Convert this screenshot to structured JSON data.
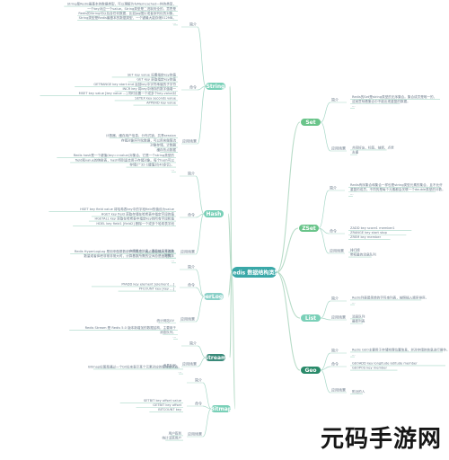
{
  "central": {
    "label": "Redis 数据结构类型"
  },
  "branches": {
    "string": {
      "label": "String",
      "intro": [
        "String是Redis最基本的数据类型，可以理解为与Memcached一样的类型，",
        "一个key对应一个value。String类型是二进制安全的，意思是",
        "Redis的String可以包含任何数据，比如jpg图片或者序列化的对象。",
        "String类型是Redis最基本的数据类型，一个键最大能存储512MB。",
        "…"
      ],
      "commands": [
        "SET key value  设置指定key的值",
        "GET key  获取指定key的值",
        "GETRANGE key start end  返回key中字符串值的子字符",
        "INCR key  将key中储存的数字值增一",
        "MSET key value [key value ...]  同时设置一个或多个key-value对",
        "SETEX key seconds value",
        "APPEND key value"
      ],
      "usage": [
        "计数器、缓存用户信息、分布式锁、共享session",
        "存储对象序列化数据，可以用来做限流",
        "对象存储、计数器",
        "缓存热点数据"
      ],
      "usage_label": "应用场景",
      "cmd_label": "命令",
      "intro_label": "简介"
    },
    "hash": {
      "label": "Hash",
      "intro": [
        "Redis hash是一个键值(key=>value)对集合，它是一个string类型的",
        "field和value的映射表，hash特别适合用于存储对象。每个hash可以",
        "存储2^32-1键值对(40多亿)。",
        "…"
      ],
      "commands": [
        "HSET key field value  将哈希表key中的字段field的值设为value",
        "HGET key field  获取存储在哈希表中指定字段的值",
        "HGETALL key  获取在哈希表中指定key的所有字段和值",
        "HDEL key field1 [field2]  删除一个或多个哈希表字段"
      ],
      "usage": [
        "存储用户信息、商品信息等对象",
        "购物车"
      ],
      "usage_label": "应用场景",
      "cmd_label": "命令",
      "intro_label": "简介"
    },
    "set": {
      "label": "Set",
      "intro": [
        "Redis的Set是string类型的无序集合。集合成员是唯一的，",
        "这就意味着集合中不能出现重复的数据。",
        "…"
      ],
      "commands": [
        "SADD key member1 [member2]",
        "SMEMBERS key",
        "SREM key member1 [member2]"
      ],
      "usage": [
        "共同好友、标签、抽奖、点赞",
        "去重"
      ],
      "usage_label": "应用场景",
      "cmd_label": "命令",
      "intro_label": "简介"
    },
    "zset": {
      "label": "ZSet",
      "intro": [
        "Redis有序集合和集合一样也是string类型元素的集合，且不允许",
        "重复的成员。不同的是每个元素都会关联一个double类型的分数。",
        "…"
      ],
      "commands": [
        "ZADD key score1 member1",
        "ZRANGE key start stop",
        "ZREM key member"
      ],
      "usage": [
        "排行榜",
        "带权重的消息队列"
      ],
      "usage_label": "应用场景",
      "cmd_label": "命令",
      "intro_label": "简介"
    },
    "list": {
      "label": "List",
      "intro": [
        "Redis列表是简单的字符串列表，按照插入顺序排序。",
        "…"
      ],
      "commands": [
        "LPUSH key value1 [value2]",
        "RPUSH key value1 [value2]",
        "LPOP key",
        "LRANGE key start stop"
      ],
      "usage": [
        "消息队列",
        "最新列表"
      ],
      "usage_label": "应用场景",
      "cmd_label": "命令",
      "intro_label": "简介"
    },
    "geo": {
      "label": "Geo",
      "intro": [
        "Redis GEO主要用于存储地理位置信息，并对存储的信息进行操作。",
        "…"
      ],
      "commands": [
        "GEOADD key longitude latitude member",
        "GEOPOS key member"
      ],
      "usage": [
        "附近的人"
      ],
      "usage_label": "应用场景",
      "cmd_label": "命令",
      "intro_label": "简介"
    },
    "hyperloglog": {
      "label": "HyperLogLog",
      "intro": [
        "Redis HyperLogLog 是用来做基数统计的算法，优点是在输入元素的",
        "数量或者体积非常非常大时，计算基数所需的空间总是固定的。",
        "…"
      ],
      "commands": [
        "PFADD key element [element ...]",
        "PFCOUNT key [key ...]"
      ],
      "usage": [
        "统计网站UV"
      ],
      "usage_label": "应用场景",
      "cmd_label": "命令",
      "intro_label": "简介"
    },
    "stream": {
      "label": "Stream",
      "intro": [
        "Redis Stream 是 Redis 5.0 版本新增加的数据结构，主要用于",
        "消息队列。",
        "…"
      ],
      "commands": [
        "XADD key ID field value",
        "XREAD COUNT count STREAMS key ID"
      ],
      "usage": [
        "消息队列"
      ],
      "usage_label": "应用场景",
      "cmd_label": "命令",
      "intro_label": "简介"
    },
    "bitmap": {
      "label": "Bitmap",
      "intro": [
        "Bitmap位图是通过一个bit位来表示某个元素对应的值或者状态。",
        "…"
      ],
      "commands": [
        "SETBIT key offset value",
        "GETBIT key offset",
        "BITCOUNT key"
      ],
      "usage": [
        "用户签到",
        "统计活跃用户"
      ],
      "usage_label": "应用场景",
      "cmd_label": "命令",
      "intro_label": "简介"
    }
  },
  "watermark": {
    "label": "元码手游网"
  },
  "colors": {
    "branch_left_a": "#5ab8e8",
    "branch_left_b": "#7ad0b8",
    "branch_right_a": "#6ac48a",
    "branch_right_b": "#5aa86a",
    "central": "#3aa8a8",
    "line": "#a8d8c8",
    "text": "#6a7a8a"
  }
}
